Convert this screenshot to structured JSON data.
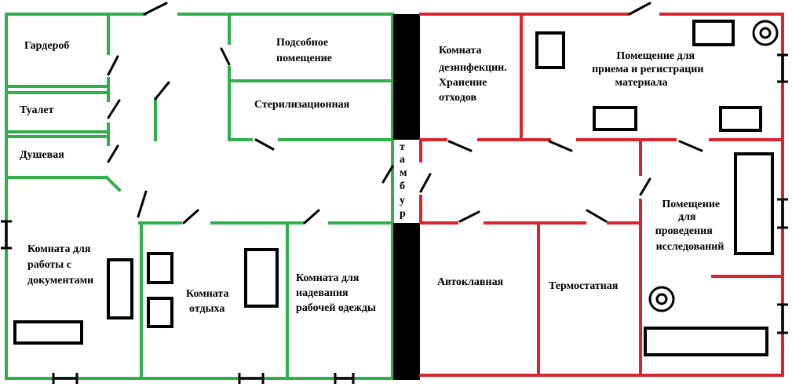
{
  "colors": {
    "green_zone": "#2fb04a",
    "red_zone": "#d9262e",
    "separator": "#000000"
  },
  "rooms": {
    "wardrobe": "Гардероб",
    "toilet": "Туалет",
    "shower": "Душевая",
    "auxiliary": [
      "Подсобное",
      "помещение"
    ],
    "sterilization": "Стерилизационная",
    "documents": [
      "Комната для",
      "работы с",
      "документами"
    ],
    "rest": [
      "Комната",
      "отдыха"
    ],
    "dressing": [
      "Комната для",
      "надевания",
      "рабочей одежды"
    ],
    "disinfection": [
      "Комната",
      "дезинфекции.",
      "Хранение",
      "отходов"
    ],
    "reception": [
      "Помещение для",
      "приема и регистрации",
      "материала"
    ],
    "research": [
      "Помещение",
      "для",
      "проведения",
      "исследований"
    ],
    "autoclave": "Автоклавная",
    "thermostat": "Термостатная",
    "vestibule": [
      "т",
      "а",
      "м",
      "б",
      "у",
      "р"
    ]
  }
}
